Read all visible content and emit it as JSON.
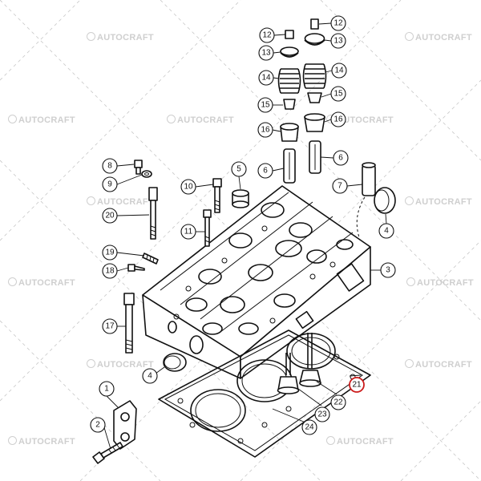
{
  "watermark": "AUTOCRAFT",
  "highlight_color": "#cc1b1b",
  "callouts": [
    {
      "id": "c12a",
      "label": "12",
      "highlight": false
    },
    {
      "id": "c12b",
      "label": "12",
      "highlight": false
    },
    {
      "id": "c13a",
      "label": "13",
      "highlight": false
    },
    {
      "id": "c13b",
      "label": "13",
      "highlight": false
    },
    {
      "id": "c14a",
      "label": "14",
      "highlight": false
    },
    {
      "id": "c14b",
      "label": "14",
      "highlight": false
    },
    {
      "id": "c15a",
      "label": "15",
      "highlight": false
    },
    {
      "id": "c15b",
      "label": "15",
      "highlight": false
    },
    {
      "id": "c16a",
      "label": "16",
      "highlight": false
    },
    {
      "id": "c16b",
      "label": "16",
      "highlight": false
    },
    {
      "id": "c8",
      "label": "8",
      "highlight": false
    },
    {
      "id": "c9",
      "label": "9",
      "highlight": false
    },
    {
      "id": "c5",
      "label": "5",
      "highlight": false
    },
    {
      "id": "c6a",
      "label": "6",
      "highlight": false
    },
    {
      "id": "c6b",
      "label": "6",
      "highlight": false
    },
    {
      "id": "c10",
      "label": "10",
      "highlight": false
    },
    {
      "id": "c7",
      "label": "7",
      "highlight": false
    },
    {
      "id": "c20",
      "label": "20",
      "highlight": false
    },
    {
      "id": "c11",
      "label": "11",
      "highlight": false
    },
    {
      "id": "c4a",
      "label": "4",
      "highlight": false
    },
    {
      "id": "c19",
      "label": "19",
      "highlight": false
    },
    {
      "id": "c3",
      "label": "3",
      "highlight": false
    },
    {
      "id": "c18",
      "label": "18",
      "highlight": false
    },
    {
      "id": "c17",
      "label": "17",
      "highlight": false
    },
    {
      "id": "c4b",
      "label": "4",
      "highlight": false
    },
    {
      "id": "c21",
      "label": "21",
      "highlight": true
    },
    {
      "id": "c1",
      "label": "1",
      "highlight": false
    },
    {
      "id": "c22",
      "label": "22",
      "highlight": false
    },
    {
      "id": "c23",
      "label": "23",
      "highlight": false
    },
    {
      "id": "c2",
      "label": "2",
      "highlight": false
    },
    {
      "id": "c24",
      "label": "24",
      "highlight": false
    }
  ]
}
